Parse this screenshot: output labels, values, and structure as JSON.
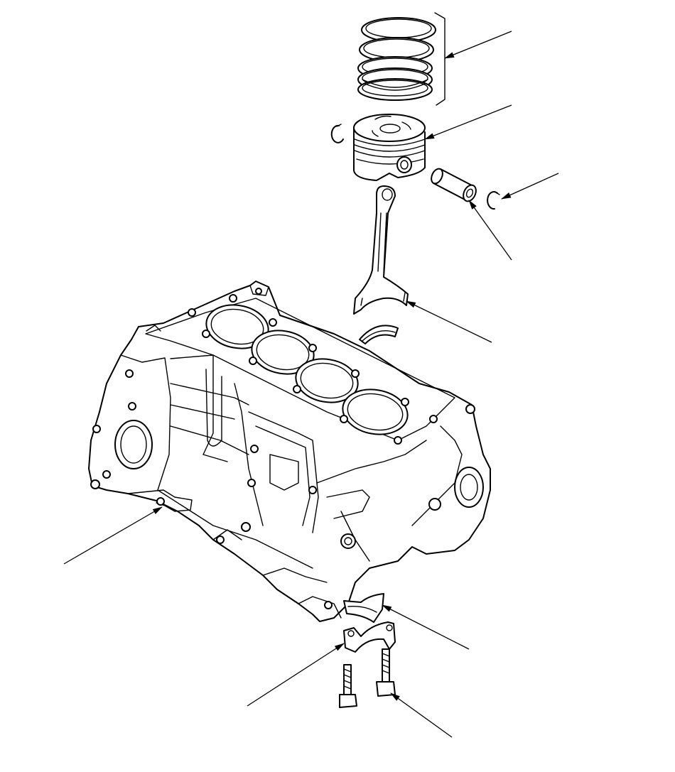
{
  "diagram": {
    "type": "exploded-parts-view",
    "parts": [
      {
        "id": "piston-ring-set",
        "icon": "piston-rings-icon"
      },
      {
        "id": "piston",
        "icon": "piston-icon"
      },
      {
        "id": "piston-pin-clip",
        "icon": "snap-ring-icon"
      },
      {
        "id": "piston-pin",
        "icon": "pin-icon"
      },
      {
        "id": "connecting-rod",
        "icon": "connecting-rod-icon"
      },
      {
        "id": "rod-bearing-upper",
        "icon": "bearing-shell-icon"
      },
      {
        "id": "cylinder-block",
        "icon": "engine-block-icon"
      },
      {
        "id": "main-bearing",
        "icon": "bearing-shell-icon"
      },
      {
        "id": "bearing-cap",
        "icon": "bearing-cap-icon"
      },
      {
        "id": "cap-bolt",
        "icon": "bolt-icon"
      }
    ],
    "callouts": [
      {
        "part": "piston-ring-set"
      },
      {
        "part": "piston"
      },
      {
        "part": "piston-pin-clip"
      },
      {
        "part": "piston-pin"
      },
      {
        "part": "connecting-rod"
      },
      {
        "part": "cylinder-block"
      },
      {
        "part": "main-bearing"
      },
      {
        "part": "bearing-cap"
      },
      {
        "part": "cap-bolt"
      }
    ]
  }
}
